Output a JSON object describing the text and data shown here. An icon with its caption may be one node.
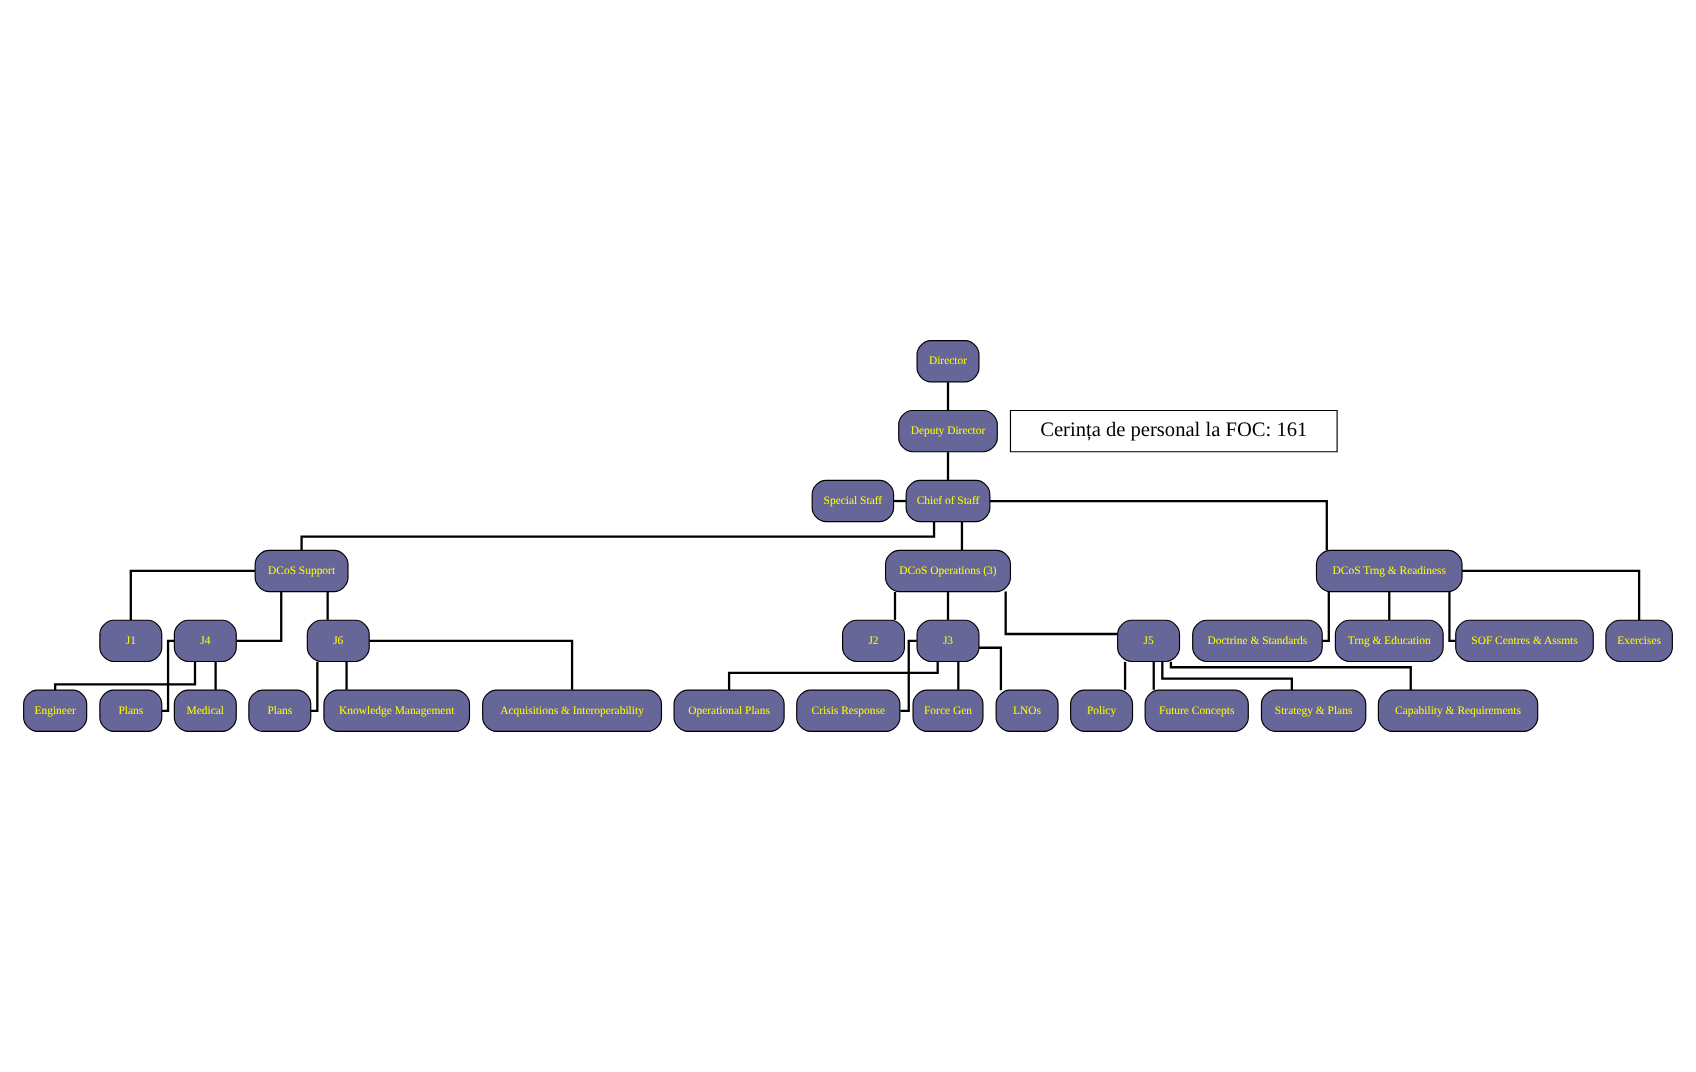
{
  "diagram": {
    "nodes": [
      {
        "text": [
          "Director"
        ]
      },
      {
        "text": [
          "Deputy Director"
        ]
      },
      {
        "text": [
          "Chief of Staff"
        ]
      },
      {
        "text": [
          "Special Staff"
        ]
      },
      {
        "text": [
          "DCoS Support"
        ]
      },
      {
        "text": [
          "DCoS Operations (3)"
        ]
      },
      {
        "text": [
          "DCoS Trng & Readiness"
        ]
      },
      {
        "text": [
          "J1"
        ]
      },
      {
        "text": [
          "J4"
        ]
      },
      {
        "text": [
          "J6"
        ]
      },
      {
        "text": [
          "J2"
        ]
      },
      {
        "text": [
          "J3"
        ]
      },
      {
        "text": [
          "J5"
        ]
      },
      {
        "text": [
          "Doctrine & Standards"
        ]
      },
      {
        "text": [
          "Trng & Education"
        ]
      },
      {
        "text": [
          "SOF Centres & Assmts"
        ]
      },
      {
        "text": [
          "Exercises"
        ]
      },
      {
        "text": [
          "Engineer"
        ]
      },
      {
        "text": [
          "Plans"
        ]
      },
      {
        "text": [
          "Medical"
        ]
      },
      {
        "text": [
          "Plans"
        ]
      },
      {
        "text": [
          "Knowledge Management"
        ]
      },
      {
        "text": [
          "Acquisitions & Interoperability"
        ]
      },
      {
        "text": [
          "Operational Plans"
        ]
      },
      {
        "text": [
          "Crisis Response"
        ]
      },
      {
        "text": [
          "Force Gen"
        ]
      },
      {
        "text": [
          "LNOs"
        ]
      },
      {
        "text": [
          "Policy"
        ]
      },
      {
        "text": [
          "Future Concepts"
        ]
      },
      {
        "text": [
          "Strategy & Plans"
        ]
      },
      {
        "text": [
          "Capability & Requirements"
        ]
      },
      {
        "text": [
          "Cerința de personal la FOC: 161"
        ]
      }
    ],
    "edges": [
      {
        "from": 0,
        "to": 1,
        "arrow": "none"
      },
      {
        "from": 1,
        "to": 2,
        "arrow": "none"
      },
      {
        "from": 3,
        "to": 2,
        "arrow": "none"
      },
      {
        "from": 2,
        "to": 4,
        "arrow": "none"
      },
      {
        "from": 2,
        "to": 5,
        "arrow": "none"
      },
      {
        "from": 2,
        "to": 6,
        "arrow": "none"
      },
      {
        "from": 4,
        "to": 7,
        "arrow": "none"
      },
      {
        "from": 4,
        "to": 8,
        "arrow": "none"
      },
      {
        "from": 4,
        "to": 9,
        "arrow": "none"
      },
      {
        "from": 5,
        "to": 10,
        "arrow": "none"
      },
      {
        "from": 5,
        "to": 11,
        "arrow": "none"
      },
      {
        "from": 5,
        "to": 12,
        "arrow": "none"
      },
      {
        "from": 6,
        "to": 13,
        "arrow": "none"
      },
      {
        "from": 6,
        "to": 14,
        "arrow": "none"
      },
      {
        "from": 6,
        "to": 15,
        "arrow": "none"
      },
      {
        "from": 6,
        "to": 16,
        "arrow": "none"
      },
      {
        "from": 8,
        "to": 17,
        "arrow": "none"
      },
      {
        "from": 8,
        "to": 18,
        "arrow": "none"
      },
      {
        "from": 8,
        "to": 19,
        "arrow": "none"
      },
      {
        "from": 9,
        "to": 20,
        "arrow": "none"
      },
      {
        "from": 9,
        "to": 21,
        "arrow": "none"
      },
      {
        "from": 9,
        "to": 22,
        "arrow": "none"
      },
      {
        "from": 11,
        "to": 23,
        "arrow": "none"
      },
      {
        "from": 11,
        "to": 24,
        "arrow": "none"
      },
      {
        "from": 11,
        "to": 25,
        "arrow": "none"
      },
      {
        "from": 11,
        "to": 26,
        "arrow": "none"
      },
      {
        "from": 12,
        "to": 27,
        "arrow": "none"
      },
      {
        "from": 12,
        "to": 28,
        "arrow": "none"
      },
      {
        "from": 12,
        "to": 29,
        "arrow": "none"
      },
      {
        "from": 12,
        "to": 30,
        "arrow": "none"
      }
    ]
  }
}
